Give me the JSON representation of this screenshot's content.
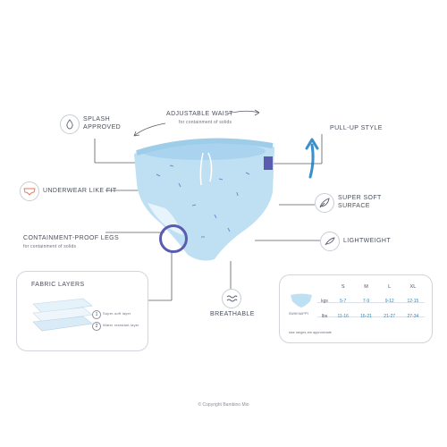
{
  "features": {
    "adjustable_waist": {
      "title": "ADJUSTABLE WAIST",
      "sub": "for containment of solids"
    },
    "splash_approved": {
      "line1": "SPLASH",
      "line2": "APPROVED"
    },
    "pull_up_style": {
      "title": "PULL-UP STYLE"
    },
    "underwear_like_fit": {
      "title": "UNDERWEAR LIKE FIT"
    },
    "super_soft_surface": {
      "line1": "SUPER SOFT",
      "line2": "SURFACE"
    },
    "containment_proof_legs": {
      "title": "CONTAINMENT-PROOF LEGS",
      "sub": "for containment of solids"
    },
    "lightweight": {
      "title": "LIGHTWEIGHT"
    },
    "breathable": {
      "title": "BREATHABLE"
    }
  },
  "fabric_panel": {
    "title": "FABRIC LAYERS",
    "layers": [
      {
        "num": "1",
        "label": "Super-soft layer"
      },
      {
        "num": "2",
        "label": "Water resistant layer"
      }
    ]
  },
  "size_table": {
    "sizes": [
      "S",
      "M",
      "L",
      "XL"
    ],
    "rows": [
      {
        "unit": "kgs",
        "values": [
          "5-7",
          "7-9",
          "9-12",
          "12-15"
        ]
      },
      {
        "unit": "lbs",
        "values": [
          "11-16",
          "16-21",
          "21-27",
          "27-34"
        ]
      }
    ],
    "product_label": "SWIM NAPPY",
    "note": "size ranges are approximate"
  },
  "copyright": "© Copyright Bambino Mio",
  "colors": {
    "fabric": "#bfe0f3",
    "fabric_dark": "#a9d3ee",
    "accent": "#5a5cb0",
    "arrow": "#3c8fc9",
    "line": "#585c68"
  }
}
